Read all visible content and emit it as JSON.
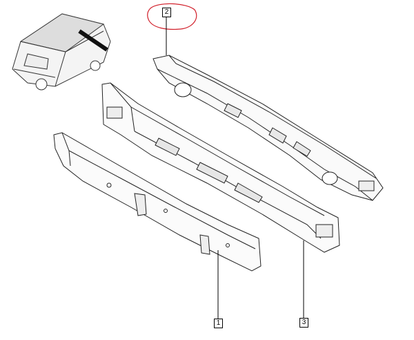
{
  "diagram": {
    "callouts": [
      {
        "id": "part-2",
        "label": "2",
        "highlighted": true
      },
      {
        "id": "part-1",
        "label": "1",
        "highlighted": false
      },
      {
        "id": "part-3",
        "label": "3",
        "highlighted": false
      }
    ],
    "highlight_color": "#d11f2a",
    "line_color": "#222222"
  }
}
